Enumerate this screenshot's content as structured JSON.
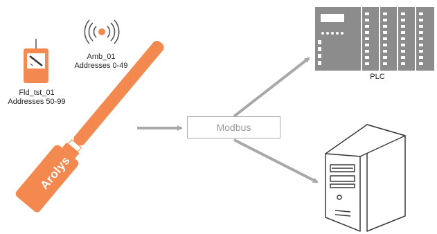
{
  "devices": {
    "ambient": {
      "name": "Amb_01",
      "addresses": "Addresses 0-49"
    },
    "field": {
      "name": "Fld_tst_01",
      "addresses": "Addresses 50-99"
    }
  },
  "gateway": {
    "brand": "Arolys"
  },
  "protocol": {
    "label": "Modbus"
  },
  "targets": {
    "plc_label": "PLC"
  },
  "colors": {
    "accent": "#f4894f",
    "arrow": "#a8a8a8",
    "plc_body": "#8c8c8c",
    "server_outline": "#3a3a3a"
  },
  "icons": {
    "ambient": "wireless-sensor-icon",
    "field": "field-sensor-icon",
    "plc": "plc-icon",
    "server": "server-tower-icon"
  }
}
